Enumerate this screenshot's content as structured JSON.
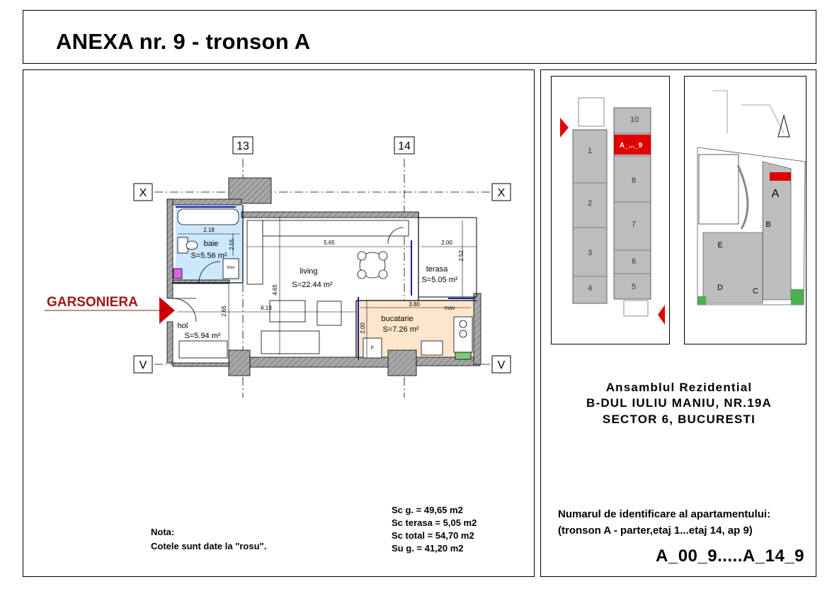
{
  "header": {
    "title": "ANEXA nr. 9 - tronson A"
  },
  "plan": {
    "axis_labels": {
      "col_13": "13",
      "col_14": "14",
      "row_x": "X",
      "row_v": "V"
    },
    "apartment_type": "GARSONIERA",
    "rooms": {
      "baie": {
        "name": "baie",
        "area": "S=5.56 m²"
      },
      "living": {
        "name": "living",
        "area": "S=22.44 m²"
      },
      "terasa": {
        "name": "terasa",
        "area": "S=5.05 m²"
      },
      "hol": {
        "name": "hol",
        "area": "S=5.94 m²"
      },
      "bucatarie": {
        "name": "bucatarie",
        "area": "S=7.26 m²"
      }
    },
    "dimensions": [
      "2.18",
      "2.55",
      "5.65",
      "2.00",
      "2.52",
      "4.65",
      "6.13",
      "3.80",
      "2.65",
      "2.00"
    ],
    "small_labels": {
      "msv": "msv",
      "masina": "msv",
      "frigider": "F"
    }
  },
  "note": {
    "title": "Nota:",
    "text": "Cotele sunt date la \"rosu\"."
  },
  "areas": {
    "scg": "Sc g. = 49,65 m2",
    "terasa": "Sc terasa = 5,05 m2",
    "total": "Sc total = 54,70 m2",
    "sug": "Su g. = 41,20 m2"
  },
  "location": {
    "building_numbers": [
      "10",
      "1",
      "8",
      "2",
      "7",
      "3",
      "6",
      "4",
      "5"
    ],
    "highlight": "A_..._9",
    "site_blocks": [
      "A",
      "B",
      "E",
      "D",
      "C"
    ]
  },
  "address": {
    "line1": "Ansamblul Rezidential",
    "line2": "B-DUL IULIU MANIU, NR.19A",
    "line3": "SECTOR 6, BUCURESTI"
  },
  "identification": {
    "line1": "Numarul de identificare al apartamentului:",
    "line2": "(tronson A -  parter,etaj 1...etaj 14, ap 9)",
    "code": "A_00_9.....A_14_9"
  },
  "colors": {
    "accent_red": "#cc0000",
    "bath": "#cce8ff",
    "kitchen": "#fde6cc",
    "wall": "#9e9e9e"
  }
}
